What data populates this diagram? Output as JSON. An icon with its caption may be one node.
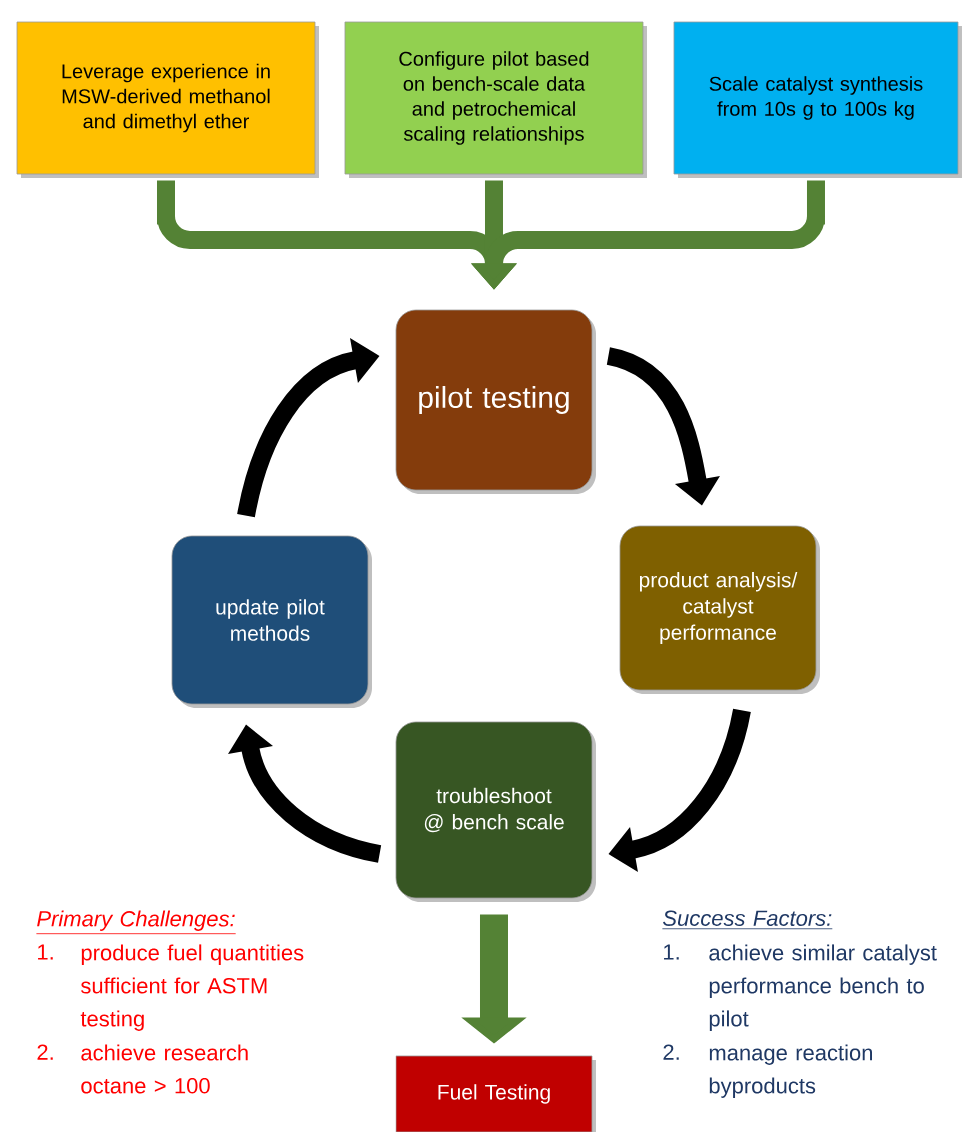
{
  "diagram": {
    "nodes": [
      {
        "text": [
          "Leverage experience in MSW-derived methanol and dimethyl ether"
        ]
      },
      {
        "text": [
          "Configure pilot based on bench-scale data and petrochemical scaling relationships"
        ]
      },
      {
        "text": [
          "Scale catalyst synthesis from 10s g to 100s kg"
        ]
      },
      {
        "text": [
          "pilot testing"
        ]
      },
      {
        "text": [
          "product analysis/ catalyst performance"
        ]
      },
      {
        "text": [
          "troubleshoot @ bench scale"
        ]
      },
      {
        "text": [
          "update pilot methods"
        ]
      },
      {
        "text": [
          "Fuel Testing"
        ]
      }
    ],
    "edges": [
      {
        "from": 0,
        "to": 3,
        "arrow": "to",
        "color": "#548235"
      },
      {
        "from": 1,
        "to": 3,
        "arrow": "to",
        "color": "#548235"
      },
      {
        "from": 2,
        "to": 3,
        "arrow": "to",
        "color": "#548235"
      },
      {
        "from": 3,
        "to": 4,
        "arrow": "to",
        "color": "#000000"
      },
      {
        "from": 4,
        "to": 5,
        "arrow": "to",
        "color": "#000000"
      },
      {
        "from": 5,
        "to": 6,
        "arrow": "to",
        "color": "#000000"
      },
      {
        "from": 6,
        "to": 3,
        "arrow": "to",
        "color": "#000000"
      },
      {
        "from": 5,
        "to": 7,
        "arrow": "to",
        "color": "#548235"
      }
    ],
    "labels": [
      "Primary Challenges:",
      "1.",
      "produce fuel quantities sufficient for ASTM testing",
      "2.",
      "achieve research octane > 100",
      "Success Factors:",
      "1.",
      "achieve similar catalyst performance bench to pilot",
      "2.",
      "manage reaction byproducts"
    ]
  }
}
